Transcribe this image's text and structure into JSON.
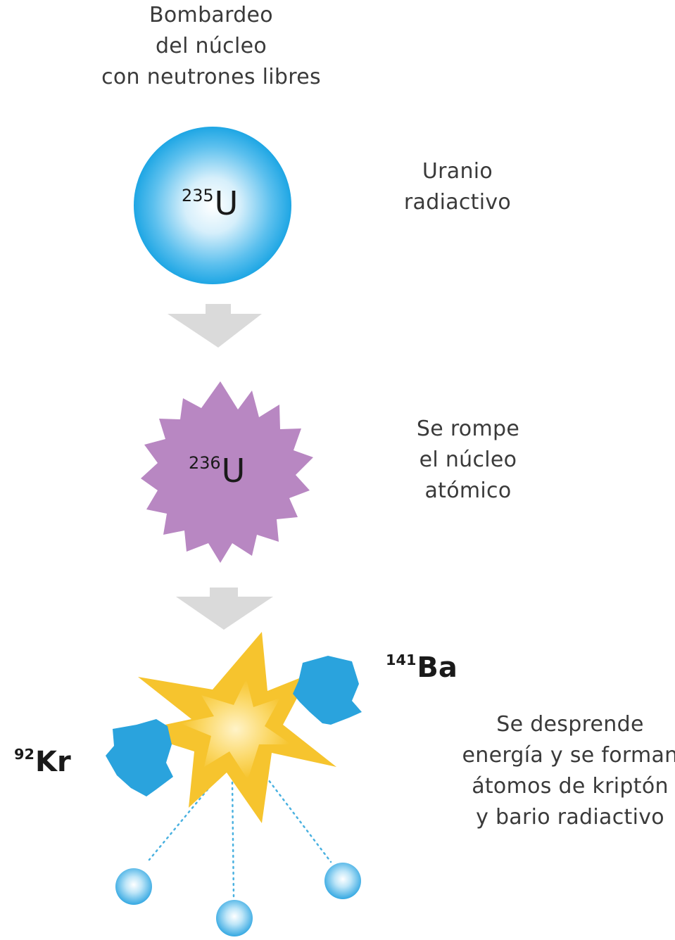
{
  "labels": {
    "bombardeo": [
      "Bombardeo",
      "del núcleo",
      "con neutrones libres"
    ],
    "uranio": [
      "Uranio",
      "radiactivo"
    ],
    "rompe": [
      "Se rompe",
      "el núcleo",
      "atómico"
    ],
    "desprende": [
      "Se desprende",
      "energía y se forman",
      "átomos de kriptón",
      "y bario radiactivo"
    ]
  },
  "isotopes": {
    "u235": {
      "mass": "235",
      "symbol": "U"
    },
    "u236": {
      "mass": "236",
      "symbol": "U"
    },
    "ba141": {
      "mass": "141",
      "symbol": "Ba"
    },
    "kr92": {
      "mass": "92",
      "symbol": "Kr"
    }
  },
  "colors": {
    "uranium_235": "#1ea6e4",
    "uranium_236": "#b887c2",
    "arrow": "#d9d9d9",
    "explosion_outer": "#f6c42e",
    "explosion_inner": "#fde7a0",
    "fragment": "#2aa3dd",
    "neutron": "#34a8e2",
    "dotted_line": "#4ab1e0"
  }
}
